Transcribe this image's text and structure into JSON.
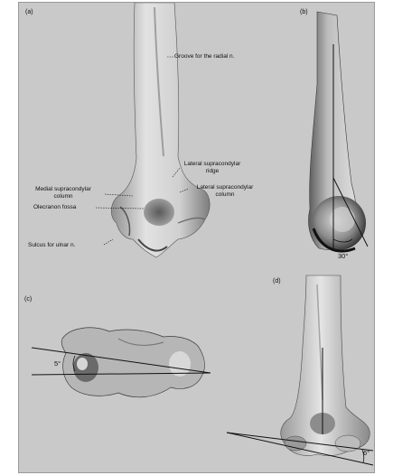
{
  "panels": {
    "a": {
      "letter": "(a)"
    },
    "b": {
      "letter": "(b)",
      "angle": "30°"
    },
    "c": {
      "letter": "(c)",
      "angle": "5°"
    },
    "d": {
      "letter": "(d)",
      "angle": "6°"
    }
  },
  "labels": {
    "groove_radial": "Groove for the radial n.",
    "lateral_supracondylar_ridge": "Lateral supracondylar\nridge",
    "medial_supracondylar_column": "Medial supracondylar\ncolumn",
    "lateral_supracondylar_column": "Lateral supracondylar\ncolumn",
    "olecranon_fossa": "Olecranon fossa",
    "sulcus_ulnar": "Sulcus for ulnar n."
  },
  "colors": {
    "background": "#c9c9c9",
    "bone_light": "#e6e6e6",
    "bone_mid": "#b3b3b3",
    "bone_dark": "#6f6f6f",
    "bone_shadow": "#2c2c2c"
  }
}
